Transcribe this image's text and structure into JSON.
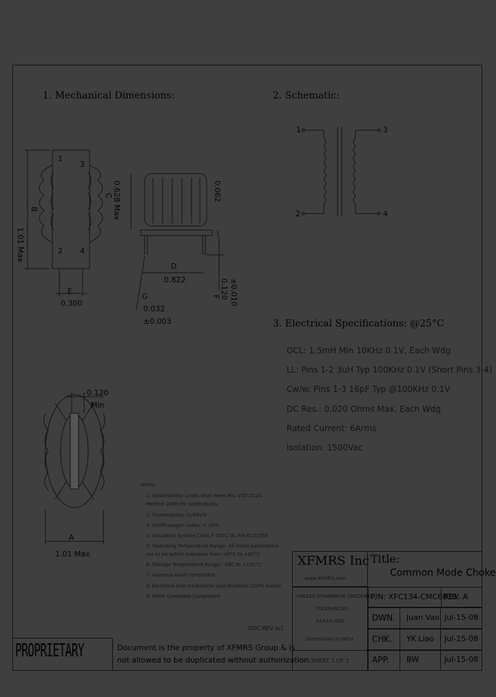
{
  "sections": {
    "mech": "1. Mechanical Dimensions:",
    "schematic": "2. Schematic:",
    "elec": "3. Electrical Specifications: @25°C"
  },
  "dims": {
    "b_letter": "B",
    "b_value": "1.01 Max",
    "e_letter": "E",
    "e_value": "0.300",
    "c_letter": "C",
    "c_value": "0.628 Max",
    "c_right": "0.062",
    "d_letter": "D",
    "d_value": "0.822",
    "g_letter": "G",
    "g_value": "0.032",
    "g_tol": "±0.003",
    "f_letter": "F",
    "f_value": "0.120",
    "f_tol": "±0.010",
    "top_value": "0.120",
    "top_min": "Min",
    "a_letter": "A",
    "a_value": "1.01 Max"
  },
  "pins": {
    "p1": "1",
    "p2": "2",
    "p3": "3",
    "p4": "4"
  },
  "specs": [
    "OCL: 1.5mH Min 10KHz 0.1V, Each Wdg",
    "LL: Pins 1-2 3uH Typ 100KHz 0.1V (Short Pins 3-4)",
    "Cw/w: Pins 1-3 16pF Typ @100KHz 0.1V",
    "DC Res.: 0.020 Ohms Max, Each Wdg",
    "Rated Current: 6Arms",
    "Isolation: 1500Vac"
  ],
  "notes": {
    "heading": "Notes:",
    "items": [
      "1. Solderability: Leads shall meet MIL-STD-202G",
      "    Method 208H for solderability.",
      "2. Flammability: UL94V-0",
      "3. ASTM oxygen index: > 28%",
      "4. Insulation System Class F 155C UL File E151558",
      "5. Operating Temperature Range: All listed parameters",
      "    are to be within tolerance from -40°C to +85°C",
      "6. Storage Temperature Range: -55C to +125°C",
      "7. Aqueous wash compatible",
      "8. Electrical and mechanical specifications 100% tested",
      "9. RoHS Compliant Component"
    ]
  },
  "doc_rev": "DOC REV A/1",
  "proprietary": {
    "label": "PROPRIETARY",
    "line1": "Document is the property of XFMRS Group & is",
    "line2": "not allowed to be duplicated without authorization."
  },
  "title_block": {
    "company": "XFMRS Inc",
    "website": "www.XFMRS.com",
    "title_label": "Title:",
    "title_value": "Common Mode Choke",
    "unless": "UNLESS OTHERWISE SPECIFIED",
    "tolerances": "TOLERANCES:",
    "tol_value": ".XXX±0.010",
    "dimensions": "Dimensions in INCH",
    "sheet": "SHEET 1 OF 1",
    "pn": "P/N: XFC134-CMC6010",
    "rev": "REV. A",
    "rows": [
      {
        "role": "DWN.",
        "name": "Juan Vao",
        "date": "Jul-15-08"
      },
      {
        "role": "CHK.",
        "name": "YK Liao",
        "date": "Jul-15-08"
      },
      {
        "role": "APP.",
        "name": "BW",
        "date": "Jul-15-08"
      }
    ]
  }
}
